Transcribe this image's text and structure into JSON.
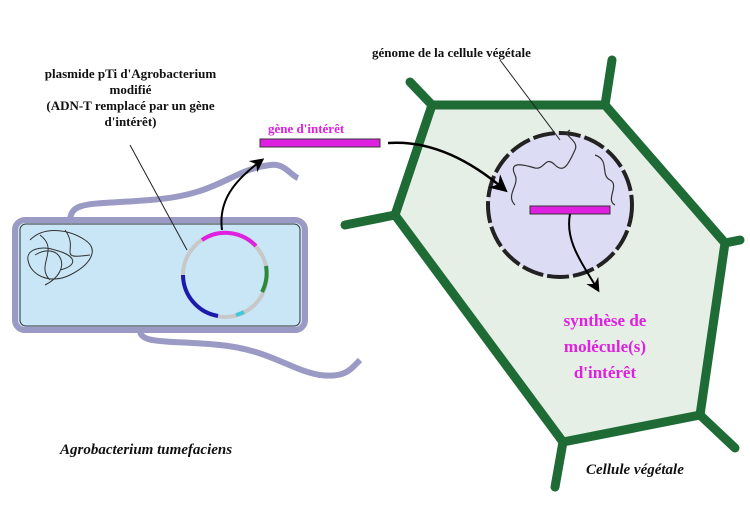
{
  "labels": {
    "plasmid": [
      "plasmide pTi d'Agrobacterium",
      "modifié",
      "(ADN-T remplacé par un gène",
      "d'intérêt)"
    ],
    "gene": "gène d'intérêt",
    "genome": "génome de la cellule végétale",
    "synthesis": [
      "synthèse de",
      "molécule(s)",
      "d'intérêt"
    ],
    "bacterium": "Agrobacterium tumefaciens",
    "plant_cell": "Cellule végétale"
  },
  "colors": {
    "cell_wall": "#1e6b35",
    "cytoplasm": "#e6efe6",
    "nucleus": "#dcdcf4",
    "bacterium_fill": "#c9e6f7",
    "bacterium_wall": "#9a9ac4",
    "gene": "#e020e0",
    "plasmid_blue": "#1a1ab0"
  }
}
